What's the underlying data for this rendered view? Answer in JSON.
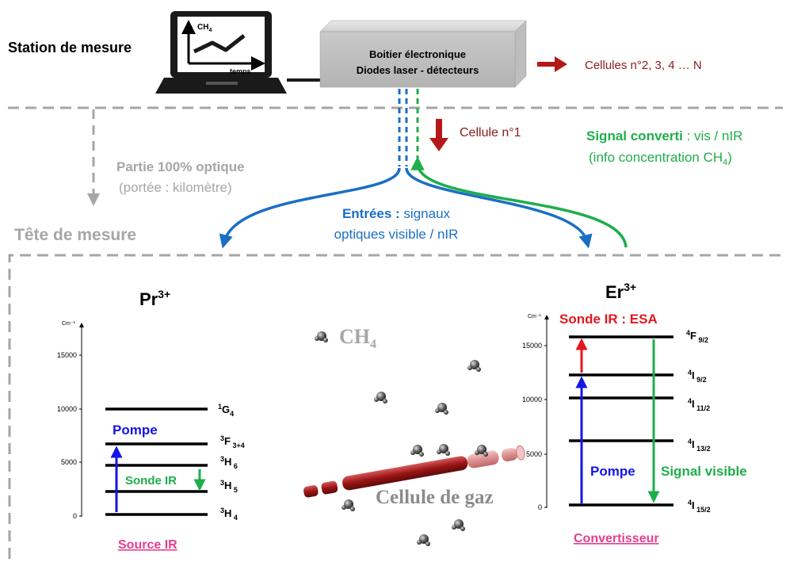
{
  "station": {
    "label": "Station de mesure",
    "screen_ch4": "CH",
    "screen_ch4_sub": "4",
    "screen_temps": "temps"
  },
  "box": {
    "line1": "Boitier électronique",
    "line2": "Diodes laser - détecteurs"
  },
  "cells_label": "Cellules n°2, 3, 4 … N",
  "cell1_label": "Cellule n°1",
  "optical": {
    "line1": "Partie 100% optique",
    "line2": "(portée : kilomètre)"
  },
  "signal_converted": {
    "bold": "Signal converti",
    "rest": " : vis / nIR",
    "line2_pre": "(info concentration CH",
    "line2_sub": "4",
    "line2_post": ")"
  },
  "inputs": {
    "bold": "Entrées :",
    "rest": " signaux",
    "line2": "optiques visible / nIR"
  },
  "tete_label": "Tête de mesure",
  "pr": {
    "ion": "Pr",
    "ion_sup": "3+",
    "axis_unit": "Cm⁻¹",
    "ticks": [
      "15000",
      "10000",
      "5000",
      "0"
    ],
    "levels": [
      {
        "sup": "1",
        "main": "G",
        "sub": "4"
      },
      {
        "sup": "3",
        "main": "F",
        "sub": " 3+4"
      },
      {
        "sup": "3",
        "main": "H",
        "sub": " 6"
      },
      {
        "sup": "3",
        "main": "H",
        "sub": " 5"
      },
      {
        "sup": "3",
        "main": "H",
        "sub": " 4"
      }
    ],
    "pump_label": "Pompe",
    "sonde_label": "Sonde IR",
    "footer": "Source IR"
  },
  "er": {
    "ion": "Er",
    "ion_sup": "3+",
    "axis_unit": "Cm⁻¹",
    "ticks": [
      "15000",
      "10000",
      "5000",
      "0"
    ],
    "levels": [
      {
        "sup": "4",
        "main": "F",
        "sub": " 9/2"
      },
      {
        "sup": "4",
        "main": "I",
        "sub": " 9/2"
      },
      {
        "sup": "4",
        "main": "I",
        "sub": " 11/2"
      },
      {
        "sup": "4",
        "main": "I",
        "sub": " 13/2"
      },
      {
        "sup": "4",
        "main": "I",
        "sub": " 15/2"
      }
    ],
    "esa_label": "Sonde IR : ESA",
    "pump_label": "Pompe",
    "signal_label": "Signal visible",
    "footer": "Convertisseur"
  },
  "gas": {
    "ch4": "CH",
    "ch4_sub": "4",
    "cell_label": "Cellule de gaz"
  },
  "colors": {
    "dark_red": "#8b1a1a",
    "green": "#1fae4b",
    "blue": "#1a6fc4",
    "pump_blue": "#1414e6",
    "pink": "#e83e8c",
    "gray": "#a6a6a6",
    "red": "#e6161d"
  }
}
